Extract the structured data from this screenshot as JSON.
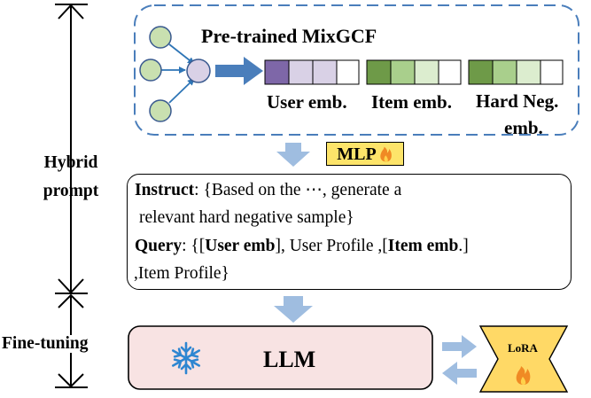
{
  "encoder": {
    "title": "Pre-trained MixGCF",
    "labels": {
      "user": "User emb.",
      "item": "Item emb.",
      "hard_neg_line1": "Hard Neg.",
      "hard_neg_line2": "emb."
    }
  },
  "left_labels": {
    "hybrid_line1": "Hybrid",
    "hybrid_line2": "prompt",
    "fine_tuning": "Fine-tuning"
  },
  "mlp": {
    "label": "MLP",
    "icon": "fire-icon"
  },
  "prompt": {
    "instruct_key": "Instruct",
    "instruct_text_1": ": {Based on the ⋯, generate a",
    "instruct_text_2": "relevant hard negative sample}",
    "query_key": "Query",
    "query_sep": ": {[",
    "query_user_emb": "User emb",
    "query_mid": "], User Profile ,[",
    "query_item_emb": "Item emb",
    "query_end": ".]",
    "query_line2": ",Item Profile}"
  },
  "llm": {
    "label": "LLM",
    "icon": "snowflake-icon"
  },
  "lora": {
    "label": "LoRA",
    "icon": "fire-icon"
  },
  "colors": {
    "purple_dark": "#7e67a8",
    "purple_light": "#d9d1e6",
    "green_dark": "#6e9a48",
    "green_mid": "#a9cf8c",
    "green_light": "#dcedcf",
    "arrow_blue": "#9fbde0",
    "dash_blue": "#4a7ebb",
    "llm_fill": "#f8e3e3",
    "lora_fill": "#ffd966",
    "mlp_fill": "#fde46a"
  }
}
